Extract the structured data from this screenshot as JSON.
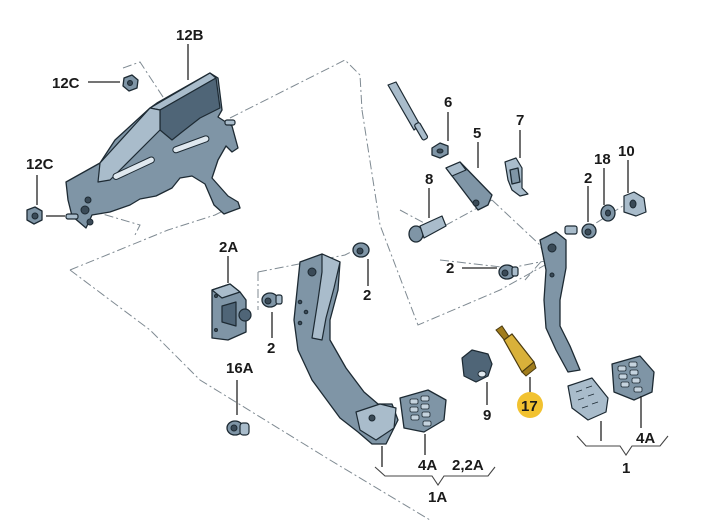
{
  "diagram": {
    "title": "Clutch and brake pedal assembly exploded parts diagram",
    "highlight_color": "#f2c230",
    "part_color": "#7f95a6",
    "labels": {
      "l12B": "12B",
      "l12C_top": "12C",
      "l12C_left": "12C",
      "l2A": "2A",
      "l16A": "16A",
      "l2_a": "2",
      "l2_b": "2",
      "l2_c": "2",
      "l2_d": "2",
      "l6": "6",
      "l5": "5",
      "l7": "7",
      "l8": "8",
      "l18": "18",
      "l10": "10",
      "l9": "9",
      "l17": "17",
      "l4A_left": "4A",
      "l22A": "2,2A",
      "l1A": "1A",
      "l4A_right": "4A",
      "l1": "1"
    },
    "highlighted_part": "17"
  }
}
